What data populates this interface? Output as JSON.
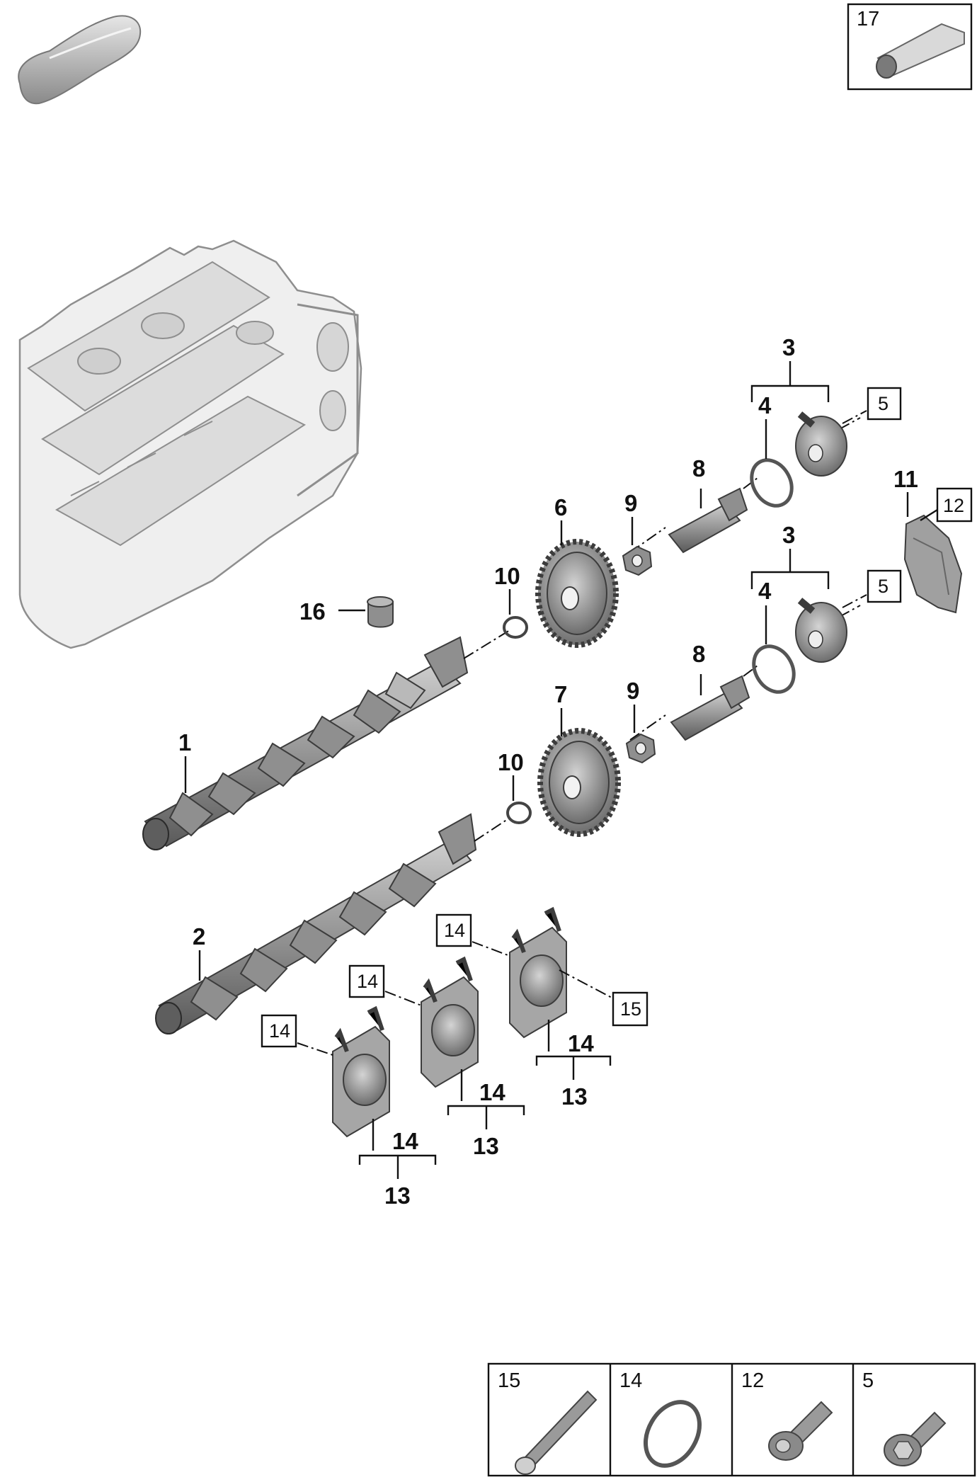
{
  "callouts": {
    "c1": "1",
    "c2": "2",
    "c3a": "3",
    "c3b": "3",
    "c4a": "4",
    "c4b": "4",
    "c5a": "5",
    "c5b": "5",
    "c6": "6",
    "c7": "7",
    "c8a": "8",
    "c8b": "8",
    "c9a": "9",
    "c9b": "9",
    "c10a": "10",
    "c10b": "10",
    "c11": "11",
    "c12": "12",
    "c13a": "13",
    "c13b": "13",
    "c13c": "13",
    "c14a": "14",
    "c14b": "14",
    "c14c": "14",
    "c14d": "14",
    "c14e": "14",
    "c14f": "14",
    "c15": "15",
    "c16": "16",
    "c17": "17"
  },
  "parts_table": [
    {
      "label": "15",
      "icon": "long-bolt-icon"
    },
    {
      "label": "14",
      "icon": "seal-ring-icon"
    },
    {
      "label": "12",
      "icon": "flange-bolt-icon"
    },
    {
      "label": "5",
      "icon": "hex-flange-bolt-icon"
    }
  ],
  "top_right_box": {
    "label": "17",
    "icon": "sealant-tube-icon"
  },
  "corner_icon": "vehicle-silhouette-icon"
}
